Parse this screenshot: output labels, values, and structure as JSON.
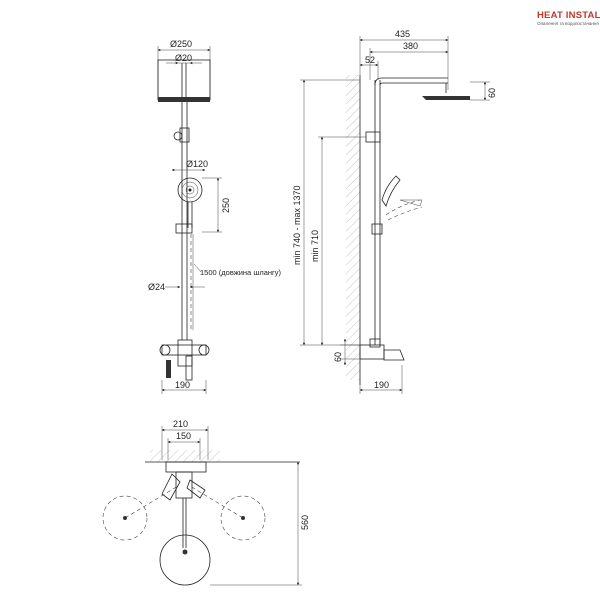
{
  "logo": {
    "title": "HEAT INSTALL",
    "subtitle": "Опалення та водопостачання"
  },
  "front_view": {
    "head_diameter": "Ø250",
    "arm_diameter": "Ø20",
    "hand_shower_diameter": "Ø120",
    "hand_shower_height": "250",
    "hose_label": "1500 (довжина шлангу)",
    "pipe_diameter": "Ø24",
    "base_width": "190"
  },
  "side_view": {
    "total_width": "435",
    "arm_length": "380",
    "wall_offset": "52",
    "head_height": "60",
    "height_range": "min 740 - max 1370",
    "min_height": "min 710",
    "mixer_height": "60",
    "mixer_depth": "190"
  },
  "top_view": {
    "total_width": "210",
    "inner_width": "150",
    "depth": "560"
  }
}
